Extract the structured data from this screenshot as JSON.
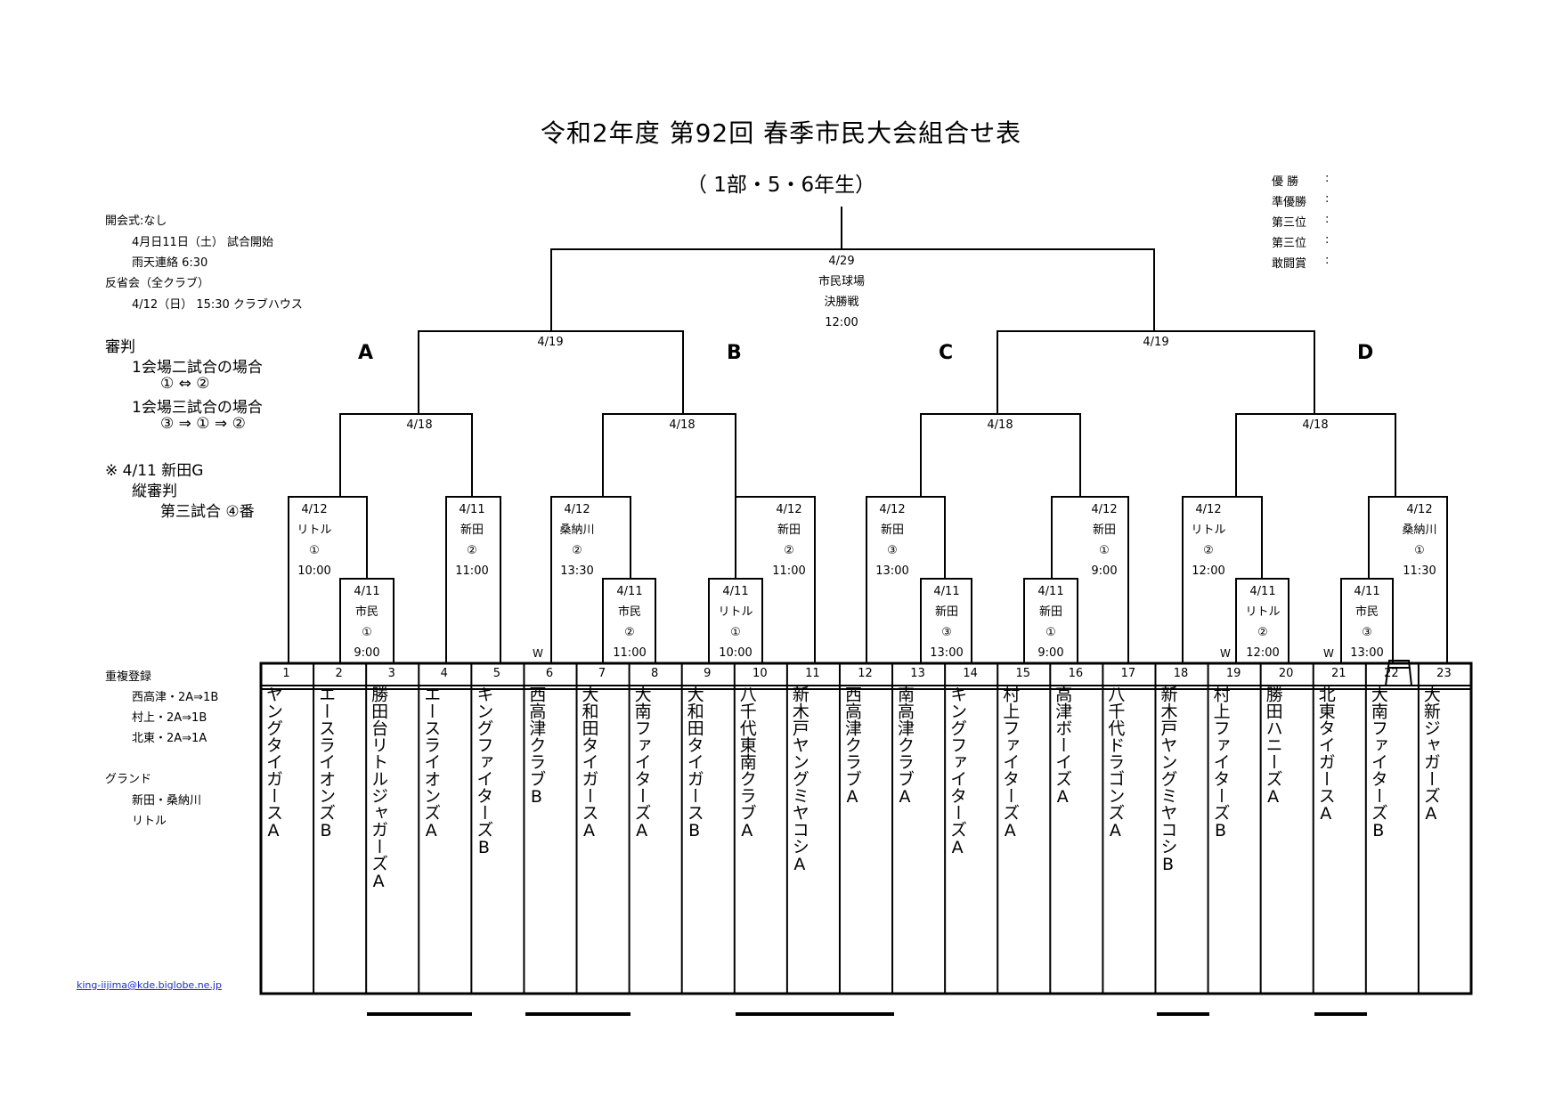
{
  "title": "令和2年度  第92回  春季市民大会組合せ表",
  "subtitle": "（ 1部・5・6年生）",
  "notes": {
    "opening": "開会式:なし",
    "start": "4月日11日（土） 試合開始",
    "rain": "雨天連絡  6:30",
    "review": "反省会（全クラブ）",
    "review_time": "4/12（日）  15:30  クラブハウス",
    "umpire_title": "審判",
    "umpire_two": "1会場二試合の場合",
    "umpire_two_rule": "①  ⇔  ②",
    "umpire_three": "1会場三試合の場合",
    "umpire_three_rule": "③  ⇒  ①  ⇒  ②",
    "special": "※  4/11  新田G",
    "special_line2": "縦審判",
    "special_line3": "第三試合  ④番",
    "dup_title": "重複登録",
    "dup": [
      "西高津・2A⇒1B",
      "村上・2A⇒1B",
      "北東・2A⇒1A"
    ],
    "ground_title": "グランド",
    "grounds": [
      "新田・桑納川",
      "リトル"
    ]
  },
  "awards": [
    {
      "label": "優  勝",
      "value": ":"
    },
    {
      "label": "準優勝",
      "value": ":"
    },
    {
      "label": "第三位",
      "value": ":"
    },
    {
      "label": "第三位",
      "value": ":"
    },
    {
      "label": "敢闘賞",
      "value": ":"
    }
  ],
  "final": {
    "date": "4/29",
    "venue": "市民球場",
    "name": "決勝戦",
    "time": "12:00"
  },
  "semi_dates": [
    "4/19",
    "4/19"
  ],
  "quarter_dates": [
    "4/18",
    "4/18",
    "4/18",
    "4/18"
  ],
  "blocks": [
    "A",
    "B",
    "C",
    "D"
  ],
  "games_r2": [
    {
      "date": "4/12",
      "venue": "リトル",
      "no": "①",
      "time": "10:00"
    },
    {
      "date": "4/11",
      "venue": "新田",
      "no": "②",
      "time": "11:00"
    },
    {
      "date": "4/12",
      "venue": "桑納川",
      "no": "②",
      "time": "13:30"
    },
    {
      "date": "4/12",
      "venue": "新田",
      "no": "②",
      "time": "11:00"
    },
    {
      "date": "4/12",
      "venue": "新田",
      "no": "③",
      "time": "13:00"
    },
    {
      "date": "4/12",
      "venue": "新田",
      "no": "①",
      "time": "9:00"
    },
    {
      "date": "4/12",
      "venue": "リトル",
      "no": "②",
      "time": "12:00"
    },
    {
      "date": "4/12",
      "venue": "桑納川",
      "no": "①",
      "time": "11:30"
    }
  ],
  "games_r1": [
    {
      "date": "4/11",
      "venue": "市民",
      "no": "①",
      "time": "9:00"
    },
    {
      "date": "4/11",
      "venue": "市民",
      "no": "②",
      "time": "11:00"
    },
    {
      "date": "4/11",
      "venue": "リトル",
      "no": "①",
      "time": "10:00"
    },
    {
      "date": "4/11",
      "venue": "新田",
      "no": "③",
      "time": "13:00"
    },
    {
      "date": "4/11",
      "venue": "新田",
      "no": "①",
      "time": "9:00"
    },
    {
      "date": "4/11",
      "venue": "リトル",
      "no": "②",
      "time": "12:00"
    },
    {
      "date": "4/11",
      "venue": "市民",
      "no": "③",
      "time": "13:00"
    }
  ],
  "walkover": [
    "W",
    "W",
    "W"
  ],
  "teams": [
    {
      "num": "1",
      "name": "ヤングタイガースA"
    },
    {
      "num": "2",
      "name": "エースライオンズB"
    },
    {
      "num": "3",
      "name": "勝田台リトルジャガーズA"
    },
    {
      "num": "4",
      "name": "エースライオンズA"
    },
    {
      "num": "5",
      "name": "キングファイターズB"
    },
    {
      "num": "6",
      "name": "西高津クラブB"
    },
    {
      "num": "7",
      "name": "大和田タイガースA"
    },
    {
      "num": "8",
      "name": "大南ファイターズA"
    },
    {
      "num": "9",
      "name": "大和田タイガースB"
    },
    {
      "num": "10",
      "name": "八千代東南クラブA"
    },
    {
      "num": "11",
      "name": "新木戸ヤングミヤコシA"
    },
    {
      "num": "12",
      "name": "西高津クラブA"
    },
    {
      "num": "13",
      "name": "南高津クラブA"
    },
    {
      "num": "14",
      "name": "キングファイターズA"
    },
    {
      "num": "15",
      "name": "村上ファイターズA"
    },
    {
      "num": "16",
      "name": "高津ボーイズA"
    },
    {
      "num": "17",
      "name": "八千代ドラゴンズA"
    },
    {
      "num": "18",
      "name": "新木戸ヤングミヤコシB"
    },
    {
      "num": "19",
      "name": "村上ファイターズB"
    },
    {
      "num": "20",
      "name": "勝田ハニーズA"
    },
    {
      "num": "21",
      "name": "北東タイガースA"
    },
    {
      "num": "22",
      "name": "大南ファイターズB"
    },
    {
      "num": "23",
      "name": "大新ジャガーズA"
    }
  ],
  "email": "king-iijima@kde.biglobe.ne.jp"
}
